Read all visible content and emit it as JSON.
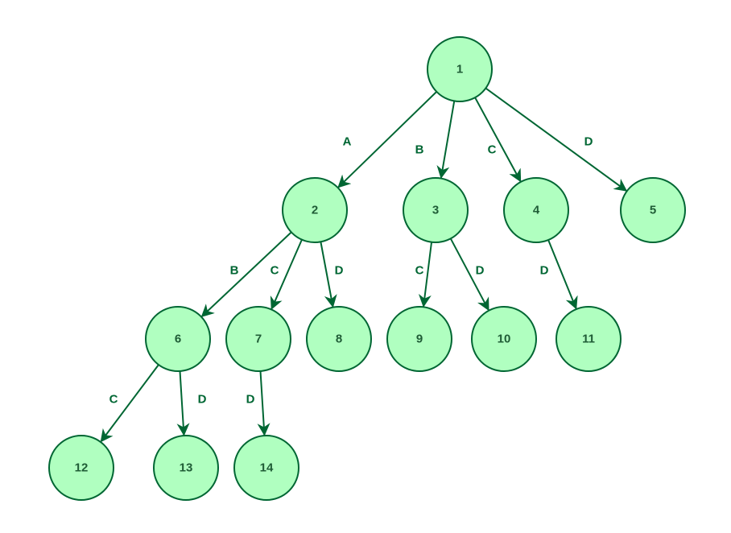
{
  "colors": {
    "node_fill": "#b0ffc0",
    "node_stroke": "#006633",
    "edge": "#006633",
    "text": "#1f5c36",
    "edge_label": "#006633"
  },
  "nodes": [
    {
      "id": "1",
      "label": "1"
    },
    {
      "id": "2",
      "label": "2"
    },
    {
      "id": "3",
      "label": "3"
    },
    {
      "id": "4",
      "label": "4"
    },
    {
      "id": "5",
      "label": "5"
    },
    {
      "id": "6",
      "label": "6"
    },
    {
      "id": "7",
      "label": "7"
    },
    {
      "id": "8",
      "label": "8"
    },
    {
      "id": "9",
      "label": "9"
    },
    {
      "id": "10",
      "label": "10"
    },
    {
      "id": "11",
      "label": "11"
    },
    {
      "id": "12",
      "label": "12"
    },
    {
      "id": "13",
      "label": "13"
    },
    {
      "id": "14",
      "label": "14"
    }
  ],
  "edges": [
    {
      "from": "1",
      "to": "2",
      "label": "A"
    },
    {
      "from": "1",
      "to": "3",
      "label": "B"
    },
    {
      "from": "1",
      "to": "4",
      "label": "C"
    },
    {
      "from": "1",
      "to": "5",
      "label": "D"
    },
    {
      "from": "2",
      "to": "6",
      "label": "B"
    },
    {
      "from": "2",
      "to": "7",
      "label": "C"
    },
    {
      "from": "2",
      "to": "8",
      "label": "D"
    },
    {
      "from": "3",
      "to": "9",
      "label": "C"
    },
    {
      "from": "3",
      "to": "10",
      "label": "D"
    },
    {
      "from": "4",
      "to": "11",
      "label": "D"
    },
    {
      "from": "6",
      "to": "12",
      "label": "C"
    },
    {
      "from": "6",
      "to": "13",
      "label": "D"
    },
    {
      "from": "7",
      "to": "14",
      "label": "D"
    }
  ]
}
